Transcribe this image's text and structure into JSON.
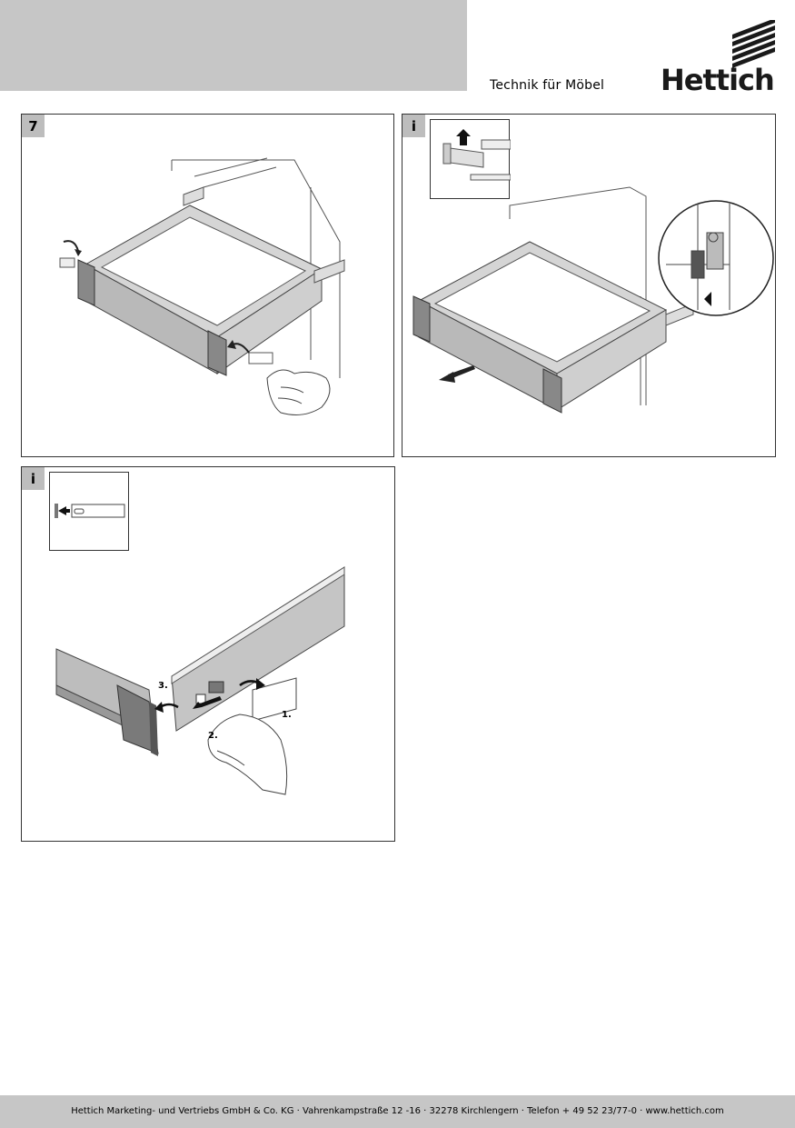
{
  "header": {
    "tagline": "Technik für Möbel",
    "logo_text": "Hettich"
  },
  "panels": [
    {
      "badge": "7"
    },
    {
      "badge": "i"
    },
    {
      "badge": "i",
      "labels": [
        "3.",
        "2.",
        "1."
      ]
    }
  ],
  "footer": {
    "text": "Hettich Marketing- und Vertriebs GmbH & Co. KG · Vahrenkampstraße 12 -16 · 32278 Kirchlengern · Telefon + 49 52 23/77-0 · www.hettich.com"
  },
  "colors": {
    "header_gray": "#c6c6c6",
    "badge_gray": "#bdbdbd",
    "line": "#333333"
  }
}
